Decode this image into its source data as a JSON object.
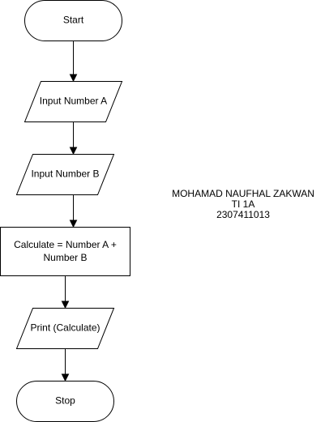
{
  "flowchart": {
    "start_label": "Start",
    "input_a_label": "Input Number A",
    "input_b_label": "Input Number B",
    "calculate_label_line1": "Calculate = Number A +",
    "calculate_label_line2": "Number B",
    "print_label": "Print (Calculate)",
    "stop_label": "Stop"
  },
  "author": {
    "name": "MOHAMAD NAUFHAL ZAKWAN",
    "class": "TI 1A",
    "id": "2307411013"
  },
  "colors": {
    "stroke": "#000000",
    "fill": "#ffffff",
    "background": "#ffffff"
  }
}
